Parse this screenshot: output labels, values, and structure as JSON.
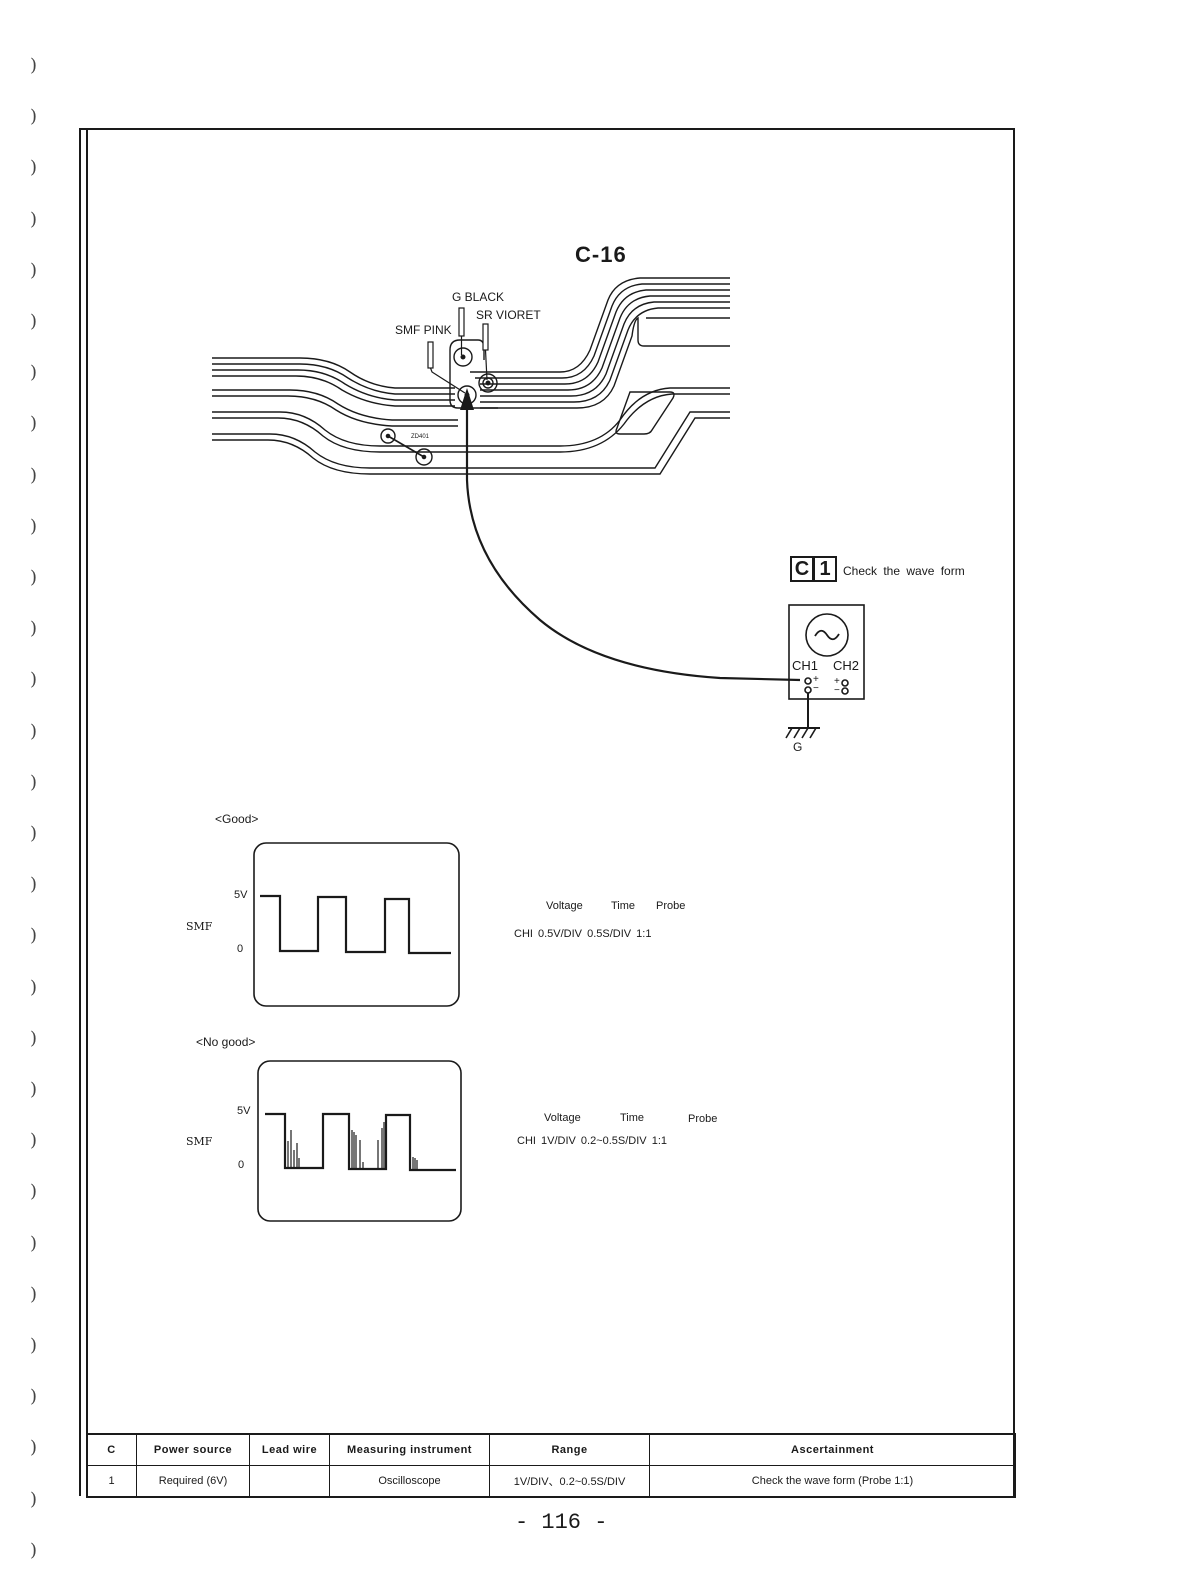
{
  "binder_marks": [
    ")",
    ")",
    ")",
    ")",
    ")",
    ")",
    ")",
    ")",
    ")",
    ")",
    ")",
    ")",
    ")",
    ")",
    ")",
    ")",
    ")",
    ")",
    ")",
    ")",
    ")",
    ")",
    ")",
    ")",
    ")",
    ")",
    ")",
    ")",
    ")",
    ")"
  ],
  "diagram": {
    "title": "C-16",
    "probe_labels": {
      "g": "G BLACK",
      "sr": "SR VIORET",
      "smf": "SMF PINK"
    },
    "component_label": "ZD401",
    "check_step": {
      "letter": "C",
      "number": "1",
      "text": "Check the wave form"
    },
    "oscilloscope": {
      "ch1": "CH1",
      "ch2": "CH2",
      "plus": "+",
      "minus": "−",
      "ground": "G"
    }
  },
  "waveforms": [
    {
      "heading": "<Good>",
      "signal": "SMF",
      "y_high": "5V",
      "y_low": "0",
      "spec_headers": [
        "Voltage",
        "Time",
        "Probe"
      ],
      "spec_row": "CHI 0.5V/DIV 0.5S/DIV 1:1"
    },
    {
      "heading": "<No good>",
      "signal": "SMF",
      "y_high": "5V",
      "y_low": "0",
      "spec_headers": [
        "Voltage",
        "Time",
        "Probe"
      ],
      "spec_row": "CHI 1V/DIV 0.2~0.5S/DIV 1:1"
    }
  ],
  "summary_table": {
    "headers": [
      "C",
      "Power source",
      "Lead wire",
      "Measuring instrument",
      "Range",
      "Ascertainment"
    ],
    "rows": [
      [
        "1",
        "Required (6V)",
        "",
        "Oscilloscope",
        "1V/DIV、0.2~0.5S/DIV",
        "Check the wave form (Probe 1:1)"
      ]
    ]
  },
  "page_number": "- 116 -"
}
